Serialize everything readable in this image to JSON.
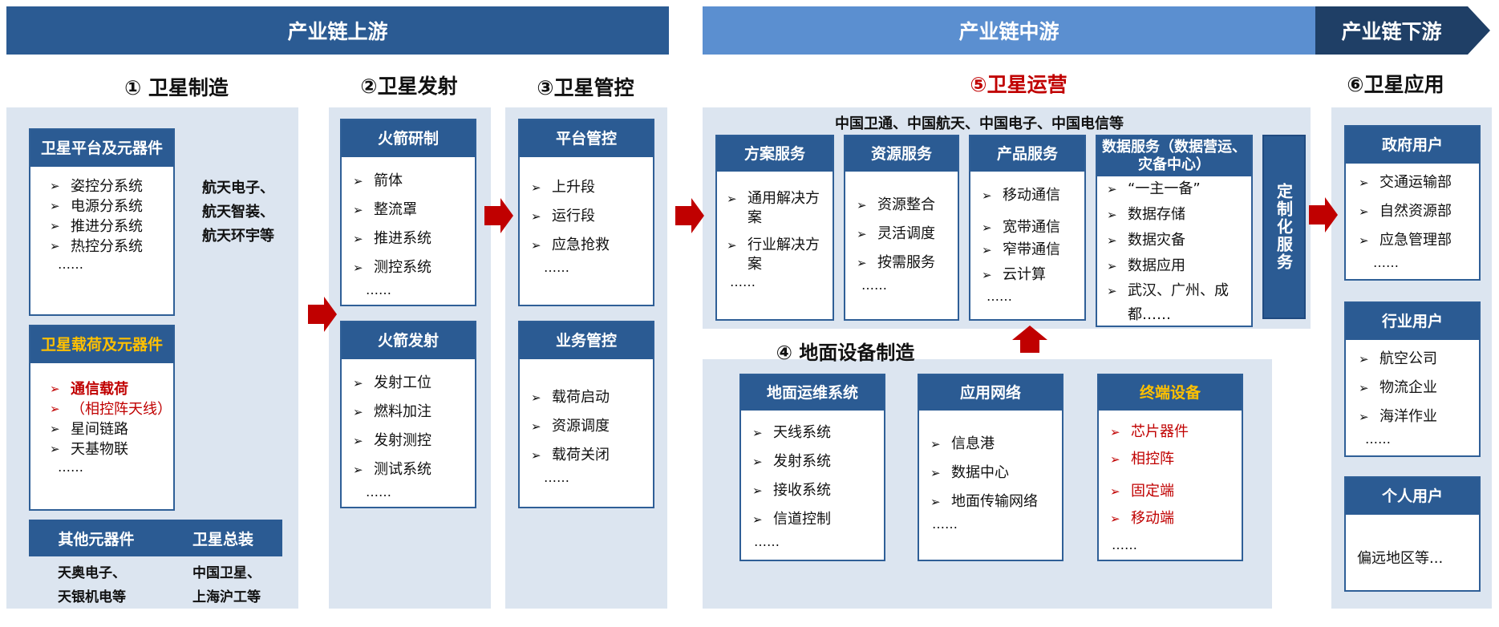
{
  "bands": {
    "upstream": "产业链上游",
    "midstream": "产业链中游",
    "downstream": "产业链下游"
  },
  "stages": {
    "s1": "① 卫星制造",
    "s2": "②卫星发射",
    "s3": "③卫星管控",
    "s4": "④ 地面设备制造",
    "s5": "⑤卫星运营",
    "s6": "⑥卫星应用"
  },
  "manufacture": {
    "platform": {
      "title": "卫星平台及元器件",
      "items": [
        "姿控分系统",
        "电源分系统",
        "推进分系统",
        "热控分系统"
      ],
      "more": "……"
    },
    "platform_companies": [
      "航天电子、",
      "航天智装、",
      "航天环宇等"
    ],
    "payload": {
      "title": "卫星载荷及元器件",
      "items_red": [
        "通信载荷",
        "（相控阵天线）"
      ],
      "items": [
        "星间链路",
        "天基物联"
      ],
      "more": "……"
    },
    "other": {
      "title": "其他元器件",
      "companies": [
        "天奥电子、",
        "天银机电等"
      ]
    },
    "assembly": {
      "title": "卫星总装",
      "companies": [
        "中国卫星、",
        "上海沪工等"
      ]
    }
  },
  "launch": {
    "rnd": {
      "title": "火箭研制",
      "items": [
        "箭体",
        "整流罩",
        "推进系统",
        "测控系统"
      ],
      "more": "……"
    },
    "fire": {
      "title": "火箭发射",
      "items": [
        "发射工位",
        "燃料加注",
        "发射测控",
        "测试系统"
      ],
      "more": "……"
    }
  },
  "control": {
    "platform": {
      "title": "平台管控",
      "items": [
        "上升段",
        "运行段",
        "应急抢救"
      ],
      "more": "……"
    },
    "business": {
      "title": "业务管控",
      "items": [
        "载荷启动",
        "资源调度",
        "载荷关闭"
      ],
      "more": "……"
    }
  },
  "operation": {
    "companies": "中国卫通、中国航天、中国电子、中国电信等",
    "scheme": {
      "title": "方案服务",
      "items": [
        "通用解决方案",
        "行业解决方案"
      ],
      "more": "……"
    },
    "resource": {
      "title": "资源服务",
      "items": [
        "资源整合",
        "灵活调度",
        "按需服务"
      ],
      "more": "……"
    },
    "product": {
      "title": "产品服务",
      "items": [
        "移动通信",
        "宽带通信",
        "窄带通信",
        "云计算"
      ],
      "more": "……"
    },
    "data": {
      "title": "数据服务（数据营运、灾备中心）",
      "items": [
        "“一主一备”",
        "数据存储",
        "数据灾备",
        "数据应用",
        "武汉、广州、成都……"
      ]
    },
    "custom": "定制化服务"
  },
  "ground": {
    "ops": {
      "title": "地面运维系统",
      "items": [
        "天线系统",
        "发射系统",
        "接收系统",
        "信道控制"
      ],
      "more": "……"
    },
    "network": {
      "title": "应用网络",
      "items": [
        "信息港",
        "数据中心",
        "地面传输网络"
      ],
      "more": "……"
    },
    "terminal": {
      "title": "终端设备",
      "items": [
        "芯片器件",
        "相控阵",
        "固定端",
        "移动端"
      ],
      "more": "……"
    }
  },
  "application": {
    "gov": {
      "title": "政府用户",
      "items": [
        "交通运输部",
        "自然资源部",
        "应急管理部"
      ],
      "more": "……"
    },
    "industry": {
      "title": "行业用户",
      "items": [
        "航空公司",
        "物流企业",
        "海洋作业"
      ],
      "more": "……"
    },
    "personal": {
      "title": "个人用户",
      "text": "偏远地区等..."
    }
  },
  "colors": {
    "upstream": "#2b5b93",
    "midstream": "#5b8fd0",
    "downstream": "#1f3f66",
    "arrow": "#c00000"
  }
}
